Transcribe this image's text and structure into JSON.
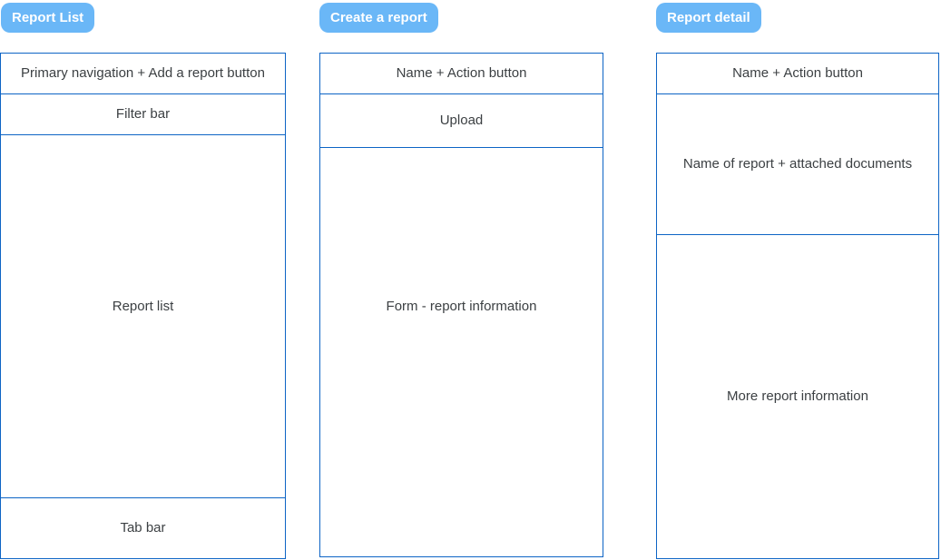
{
  "columns": [
    {
      "badge": "Report List",
      "sections": [
        {
          "label": "Primary navigation + Add a report button"
        },
        {
          "label": "Filter bar"
        },
        {
          "label": "Report list"
        },
        {
          "label": "Tab bar"
        }
      ]
    },
    {
      "badge": "Create a report",
      "sections": [
        {
          "label": "Name + Action button"
        },
        {
          "label": "Upload"
        },
        {
          "label": "Form - report information"
        }
      ]
    },
    {
      "badge": "Report detail",
      "sections": [
        {
          "label": "Name + Action button"
        },
        {
          "label": "Name of report + attached documents"
        },
        {
          "label": "More report information"
        }
      ]
    }
  ],
  "colors": {
    "badge_bg": "#6ab7f7",
    "badge_text": "#ffffff",
    "border": "#0d64c5",
    "label_text": "#3c4043",
    "page_bg": "#ffffff"
  }
}
